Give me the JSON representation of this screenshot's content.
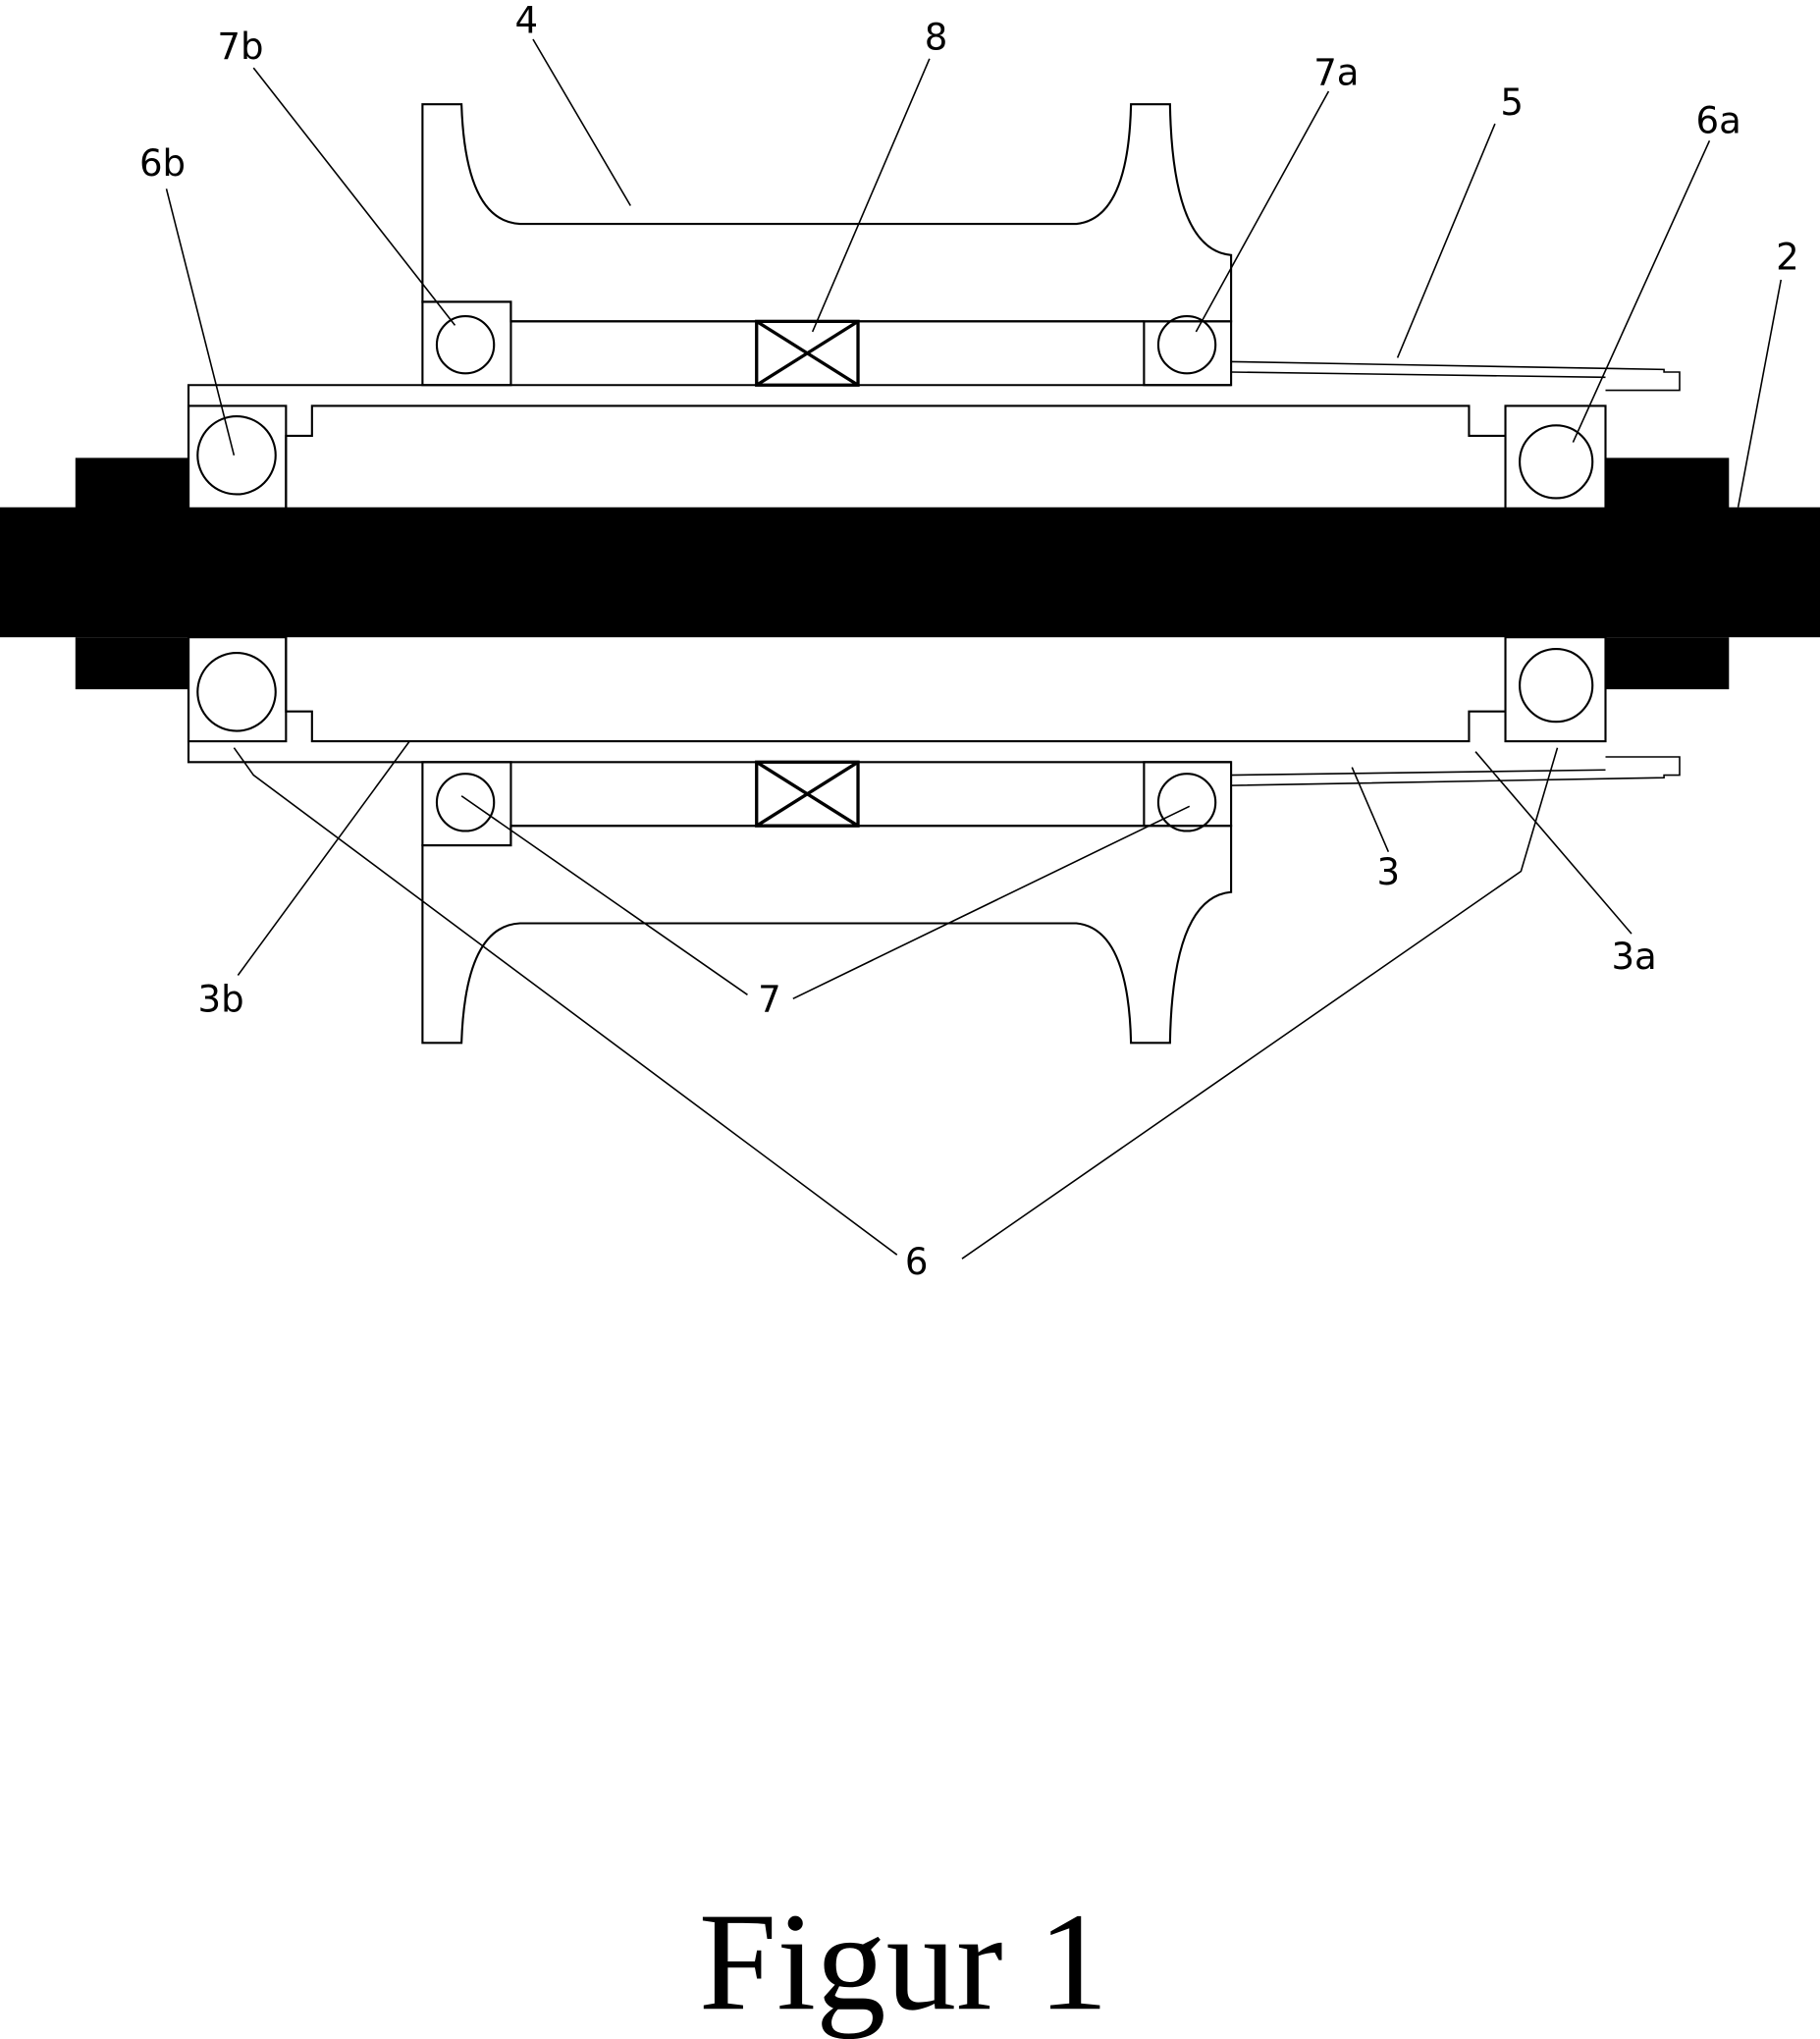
{
  "figure": {
    "caption": "Figur 1",
    "labels": {
      "l2": "2",
      "l3": "3",
      "l3a": "3a",
      "l3b": "3b",
      "l4": "4",
      "l5": "5",
      "l6": "6",
      "l6a": "6a",
      "l6b": "6b",
      "l7": "7",
      "l7a": "7a",
      "l7b": "7b",
      "l8": "8"
    }
  }
}
